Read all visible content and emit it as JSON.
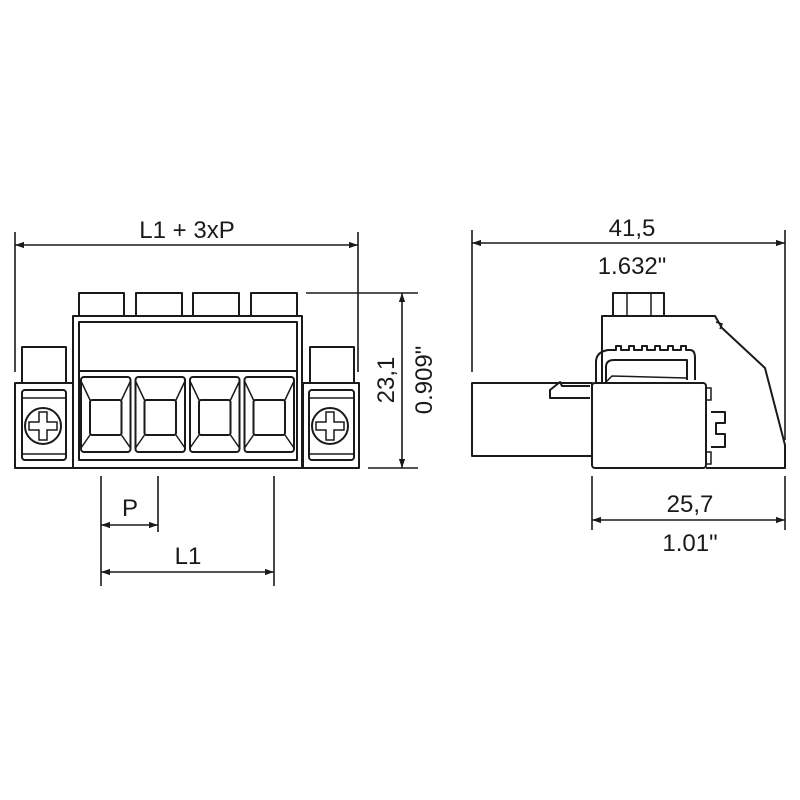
{
  "front_view": {
    "overall_width_label": "L1 + 3xP",
    "height_mm": "23,1",
    "height_in": "0.909\"",
    "pitch_label": "P",
    "length_label": "L1",
    "pole_count": 4
  },
  "side_view": {
    "depth_mm": "41,5",
    "depth_in": "1.632\"",
    "body_mm": "25,7",
    "body_in": "1.01\""
  },
  "colors": {
    "line": "#1a1a1a",
    "background": "#ffffff"
  }
}
